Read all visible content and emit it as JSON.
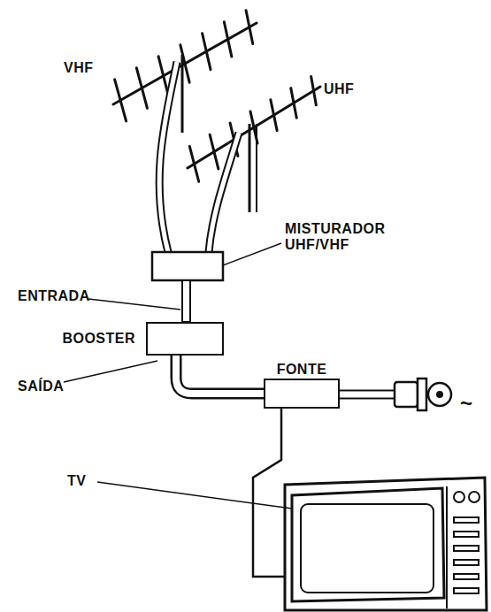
{
  "diagram": {
    "nodes": [
      {
        "text": [
          "BOOSTER"
        ]
      },
      {
        "text": [
          "FONTE"
        ]
      }
    ],
    "edges": [
      {
        "from": 0,
        "to": 1,
        "arrow": "none"
      }
    ],
    "labels": [
      "VHF",
      "UHF",
      "MISTURADOR UHF/VHF",
      "ENTRADA",
      "SAÍDA",
      "TV",
      "~"
    ]
  }
}
